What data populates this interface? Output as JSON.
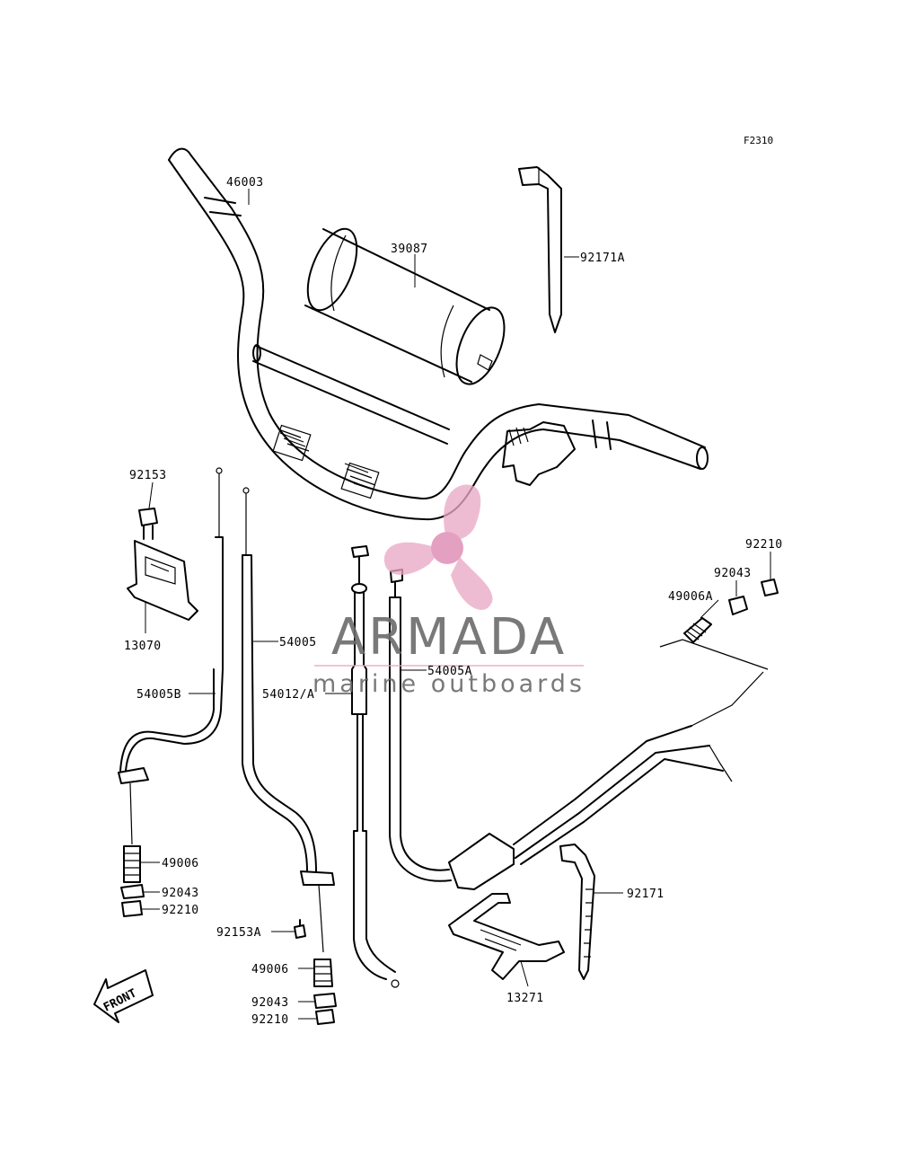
{
  "figure_code": "F2310",
  "watermark": {
    "brand": "ARMADA",
    "tagline": "marine outboards",
    "colors": {
      "brand": "#6b6b6b",
      "propeller": "#e9a8c4",
      "hub": "#e296bb",
      "rule": "#e9a8c4"
    }
  },
  "front_marker": {
    "label": "FRONT",
    "icon": "arrow-front-icon"
  },
  "parts": [
    {
      "id": "46003",
      "label": "46003"
    },
    {
      "id": "39087",
      "label": "39087"
    },
    {
      "id": "92171A",
      "label": "92171A"
    },
    {
      "id": "92153",
      "label": "92153"
    },
    {
      "id": "13070",
      "label": "13070"
    },
    {
      "id": "54005",
      "label": "54005"
    },
    {
      "id": "54005B",
      "label": "54005B"
    },
    {
      "id": "54012A",
      "label": "54012/A"
    },
    {
      "id": "54005A",
      "label": "54005A"
    },
    {
      "id": "92210a",
      "label": "92210"
    },
    {
      "id": "92043a",
      "label": "92043"
    },
    {
      "id": "49006A",
      "label": "49006A"
    },
    {
      "id": "49006a",
      "label": "49006"
    },
    {
      "id": "92043b",
      "label": "92043"
    },
    {
      "id": "92210b",
      "label": "92210"
    },
    {
      "id": "92153A",
      "label": "92153A"
    },
    {
      "id": "49006b",
      "label": "49006"
    },
    {
      "id": "92043c",
      "label": "92043"
    },
    {
      "id": "92210c",
      "label": "92210"
    },
    {
      "id": "92171",
      "label": "92171"
    },
    {
      "id": "13271",
      "label": "13271"
    }
  ]
}
